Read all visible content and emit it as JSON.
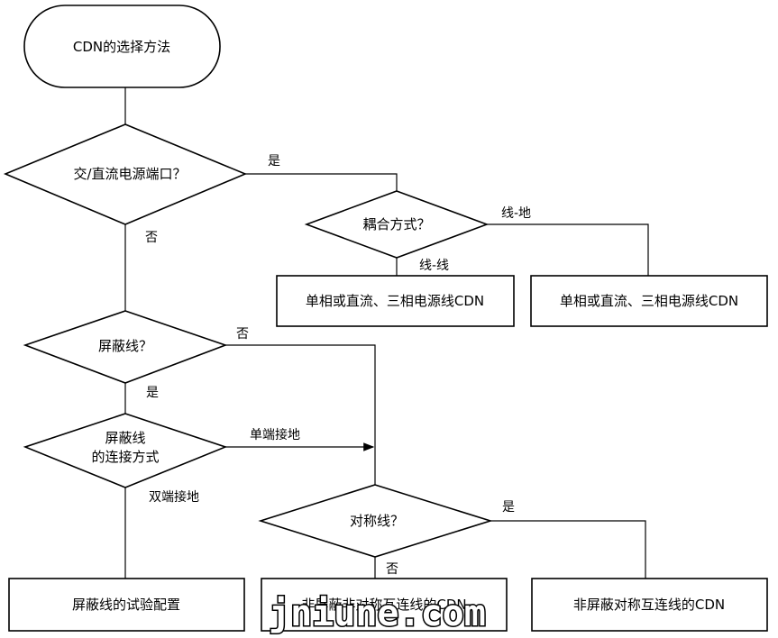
{
  "nodes": {
    "start": "CDN的选择方法",
    "ac_dc_port": "交/直流电源端口？",
    "coupling_mode": "耦合方式？",
    "line_line_cdn": "单相或直流、三相电源线CDN",
    "line_ground_cdn": "单相或直流、三相电源线CDN",
    "shielded": "屏蔽线？",
    "shield_connection_line1": "屏蔽线",
    "shield_connection_line2": "的连接方式",
    "shield_test_config": "屏蔽线的试验配置",
    "symmetric": "对称线？",
    "unshielded_asymmetric_cdn": "非屏蔽非对称互连线的CDN",
    "unshielded_symmetric_cdn": "非屏蔽对称互连线的CDN"
  },
  "edges": {
    "port_yes": "是",
    "port_no": "否",
    "coupling_line_ground": "线-地",
    "coupling_line_line": "线-线",
    "shielded_no": "否",
    "shielded_yes": "是",
    "single_end_ground": "单端接地",
    "double_end_ground": "双端接地",
    "symmetric_yes": "是",
    "symmetric_no": "否"
  },
  "watermark": "jniune.com"
}
